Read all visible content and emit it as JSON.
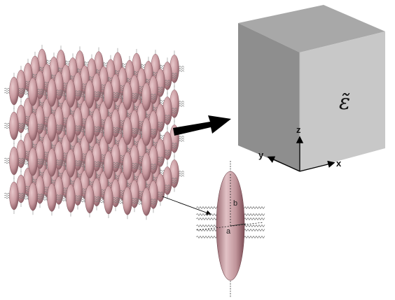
{
  "composite": {
    "symbol": "ε̃",
    "axes": {
      "x": "x",
      "y": "y",
      "z": "z"
    },
    "colors": {
      "front": "#c8c8c8",
      "side": "#8e8e8e",
      "top": "#a8a8a8"
    }
  },
  "inclusion": {
    "semi_axis_a": "a",
    "semi_axis_b": "b",
    "colors": {
      "fill": "#c99aa0",
      "highlight": "#e8c9cc",
      "shade": "#8a5a62",
      "fiber": "#7a7a7a"
    }
  },
  "array": {
    "rows": 4,
    "columns": 8,
    "layers": 5
  }
}
